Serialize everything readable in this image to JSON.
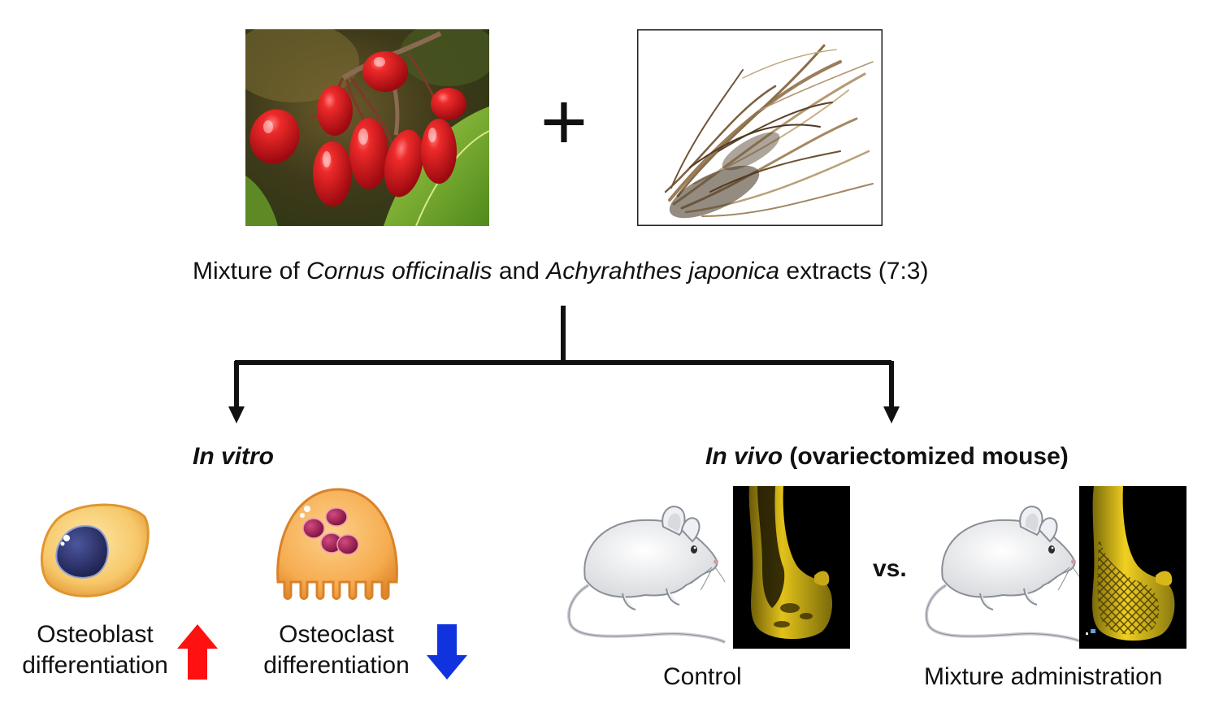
{
  "plus_symbol": "+",
  "mixture_title": {
    "p1": "Mixture of ",
    "species1": "Cornus officinalis",
    "p2": " and ",
    "species2": "Achyrahthes japonica",
    "p3": " extracts (7:3)"
  },
  "in_vitro": {
    "heading_italic": "In vitro",
    "osteoblast": {
      "line1": "Osteoblast",
      "line2": "differentiation",
      "trend": "up",
      "trend_color": "#ff1111"
    },
    "osteoclast": {
      "line1": "Osteoclast",
      "line2": "differentiation",
      "trend": "down",
      "trend_color": "#1133dd"
    }
  },
  "in_vivo": {
    "heading_italic": "In vivo",
    "heading_rest": " (ovariectomized mouse)",
    "vs_label": "vs.",
    "control_label": "Control",
    "treated_label": "Mixture administration"
  },
  "colors": {
    "berry": "#d8101c",
    "leaf": "#6aa02a",
    "root": "#8a6b45",
    "cell_fill": "#f7c86a",
    "nucleus": "#2b2f6b",
    "clast_nuclei": "#9a1a4a",
    "bone": "#e2c21a"
  }
}
